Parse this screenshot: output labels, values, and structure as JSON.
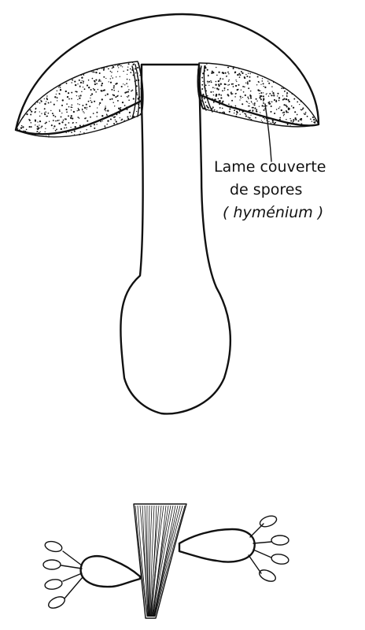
{
  "labels": {
    "line1": "Lame couverte",
    "line2": "de spores",
    "line3": "( hyménium )"
  },
  "colors": {
    "ink": "#111111",
    "paper": "#ffffff"
  }
}
